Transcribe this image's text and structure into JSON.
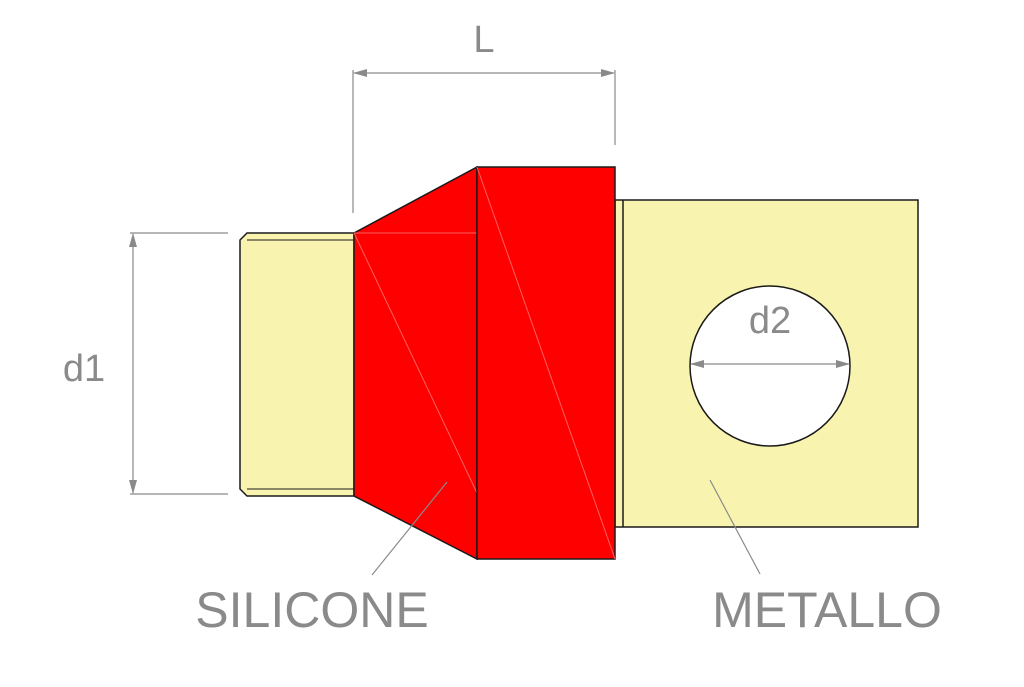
{
  "labels": {
    "length": "L",
    "diameter1": "d1",
    "diameter2": "d2",
    "silicone": "SILICONE",
    "metal": "METALLO"
  },
  "colors": {
    "silicone": "#ff0000",
    "metal": "#f8f4b0",
    "outline": "#1a1a1a",
    "dimension": "#8a8a8a"
  }
}
